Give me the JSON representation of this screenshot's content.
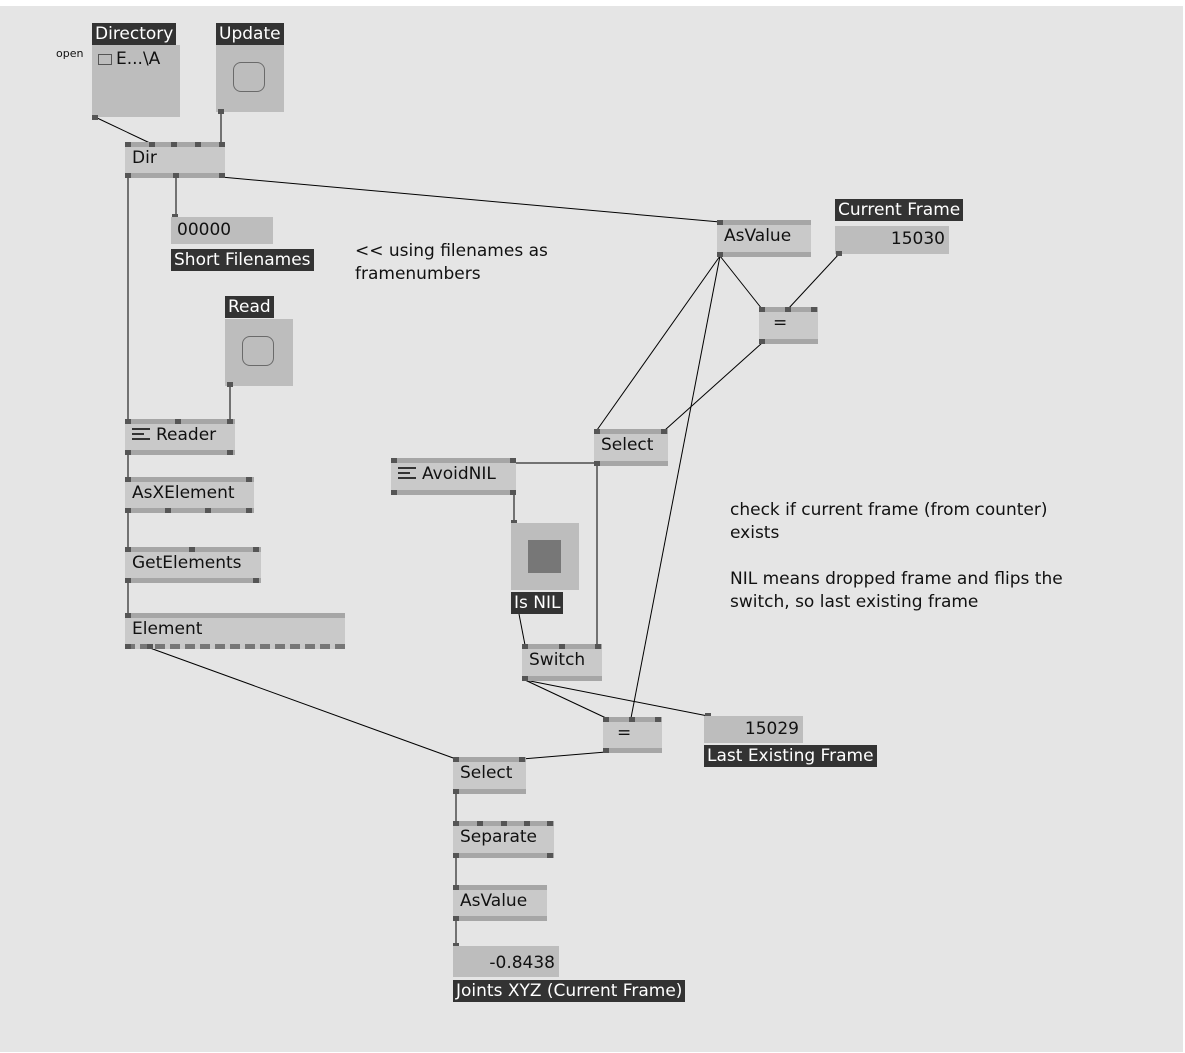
{
  "io": {
    "directory": {
      "label": "Directory",
      "open_text": "open",
      "value": "E...\\A",
      "icon": "folder-icon"
    },
    "update": {
      "label": "Update"
    },
    "read": {
      "label": "Read"
    },
    "short_filenames": {
      "label": "Short Filenames",
      "value": "00000"
    },
    "current_frame": {
      "label": "Current Frame",
      "value": "15030"
    },
    "is_nil": {
      "label": "Is NIL"
    },
    "last_existing_frame": {
      "label": "Last Existing Frame",
      "value": "15029"
    },
    "joints": {
      "label": "Joints XYZ (Current Frame)",
      "value": "-0.8438"
    }
  },
  "nodes": {
    "dir": "Dir",
    "reader": "Reader",
    "asxelement": "AsXElement",
    "getelements": "GetElements",
    "element": "Element",
    "asvalue_top": "AsValue",
    "equals_top": "=",
    "select_top": "Select",
    "avoidnil": "AvoidNIL",
    "switch": "Switch",
    "equals_bottom": "=",
    "select_bottom": "Select",
    "separate": "Separate",
    "asvalue_bottom": "AsValue"
  },
  "comments": {
    "filenames": "<< using filenames as\nframenumbers",
    "check": "check if current frame (from counter)\nexists\n\nNIL means dropped frame and flips the\nswitch, so last existing frame"
  }
}
